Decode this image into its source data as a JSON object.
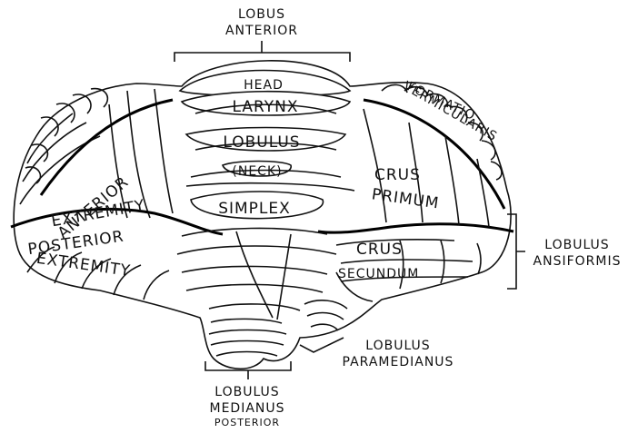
{
  "external_labels": {
    "lobus_anterior": [
      "LOBUS",
      "ANTERIOR"
    ],
    "lobulus_ansiformis": [
      "LOBULUS",
      "ANSIFORMIS"
    ],
    "lobulus_paramedianus": [
      "LOBULUS",
      "PARAMEDIANUS"
    ],
    "lobulus_medianus_posterior": [
      "LOBULUS",
      "MEDIANUS",
      "POSTERIOR"
    ]
  },
  "internal_labels": {
    "head": "HEAD",
    "larynx": "LARYNX",
    "lobulus": "LOBULUS",
    "neck": "(NECK)",
    "simplex": "SIMPLEX",
    "formatio": "FORMATIO",
    "vermicularis": "VERMICULARIS",
    "crus": "CRUS",
    "primum": "PRIMUM",
    "crus_2": "CRUS",
    "secundum": "SECUNDUM",
    "anterior": "ANTERIOR",
    "extremity_anterior": "EXTREMITY",
    "posterior": "POSTERIOR",
    "extremity_posterior": "EXTREMITY"
  },
  "colors": {
    "ink": "#111111",
    "paper": "#ffffff"
  }
}
